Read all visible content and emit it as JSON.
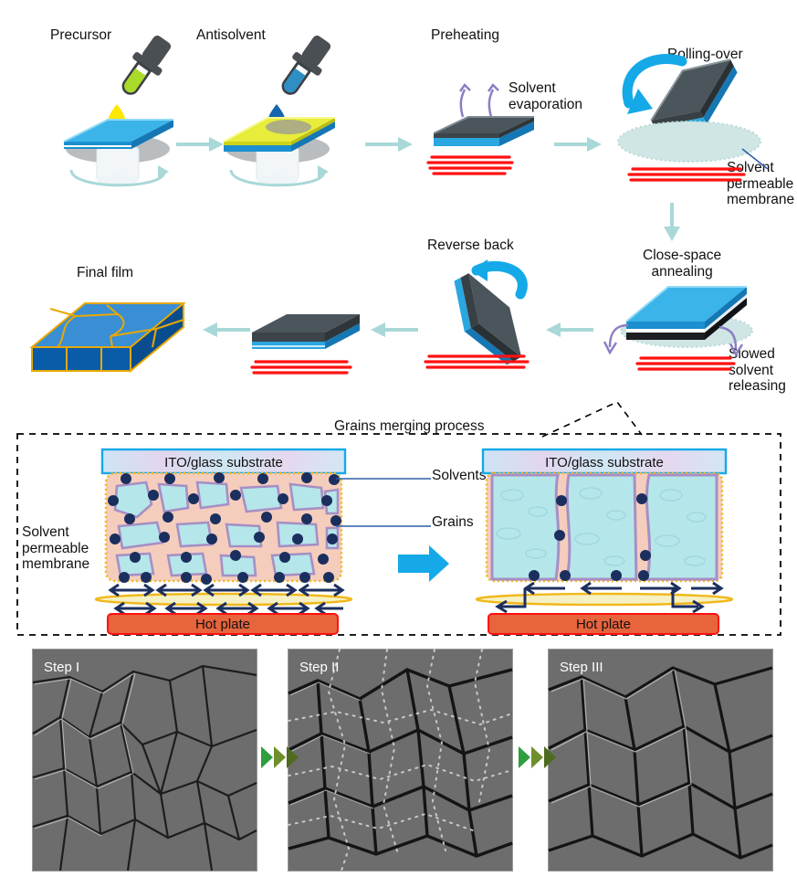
{
  "figure": {
    "type": "process-flow-diagram",
    "subject": "Solvent-permeable-membrane assisted close-space annealing of perovskite film"
  },
  "row1": {
    "steps": [
      {
        "id": "precursor",
        "label": "Precursor",
        "dropper_color": "#aadb2a",
        "droplet_color": "#ffe800"
      },
      {
        "id": "antisolvent",
        "label": "Antisolvent",
        "dropper_color": "#1f7fc0",
        "droplet_color": "#1565b0"
      },
      {
        "id": "preheating",
        "label": "Preheating",
        "note": "Solvent\nevaporation"
      },
      {
        "id": "rolling-over",
        "label": "Rolling-over",
        "note": "Solvent\npermeable\nmembrane"
      }
    ]
  },
  "row2": {
    "steps": [
      {
        "id": "final-film",
        "label": "Final film"
      },
      {
        "id": "reverse-back",
        "label": "Reverse back"
      },
      {
        "id": "close-space-annealing",
        "label": "Close-space\nannealing",
        "note": "Slowed\nsolvent\nreleasing"
      }
    ]
  },
  "callout": {
    "title": "Grains merging process",
    "left_panel": {
      "substrate_label": "ITO/glass substrate",
      "hotplate_label": "Hot plate",
      "membrane_label": "Solvent\npermeable\nmembrane"
    },
    "right_panel": {
      "substrate_label": "ITO/glass substrate",
      "hotplate_label": "Hot plate"
    },
    "annotations": [
      {
        "id": "solvents",
        "label": "Solvents"
      },
      {
        "id": "grains",
        "label": "Grains"
      }
    ]
  },
  "micrographs": {
    "panels": [
      {
        "id": "step-1",
        "label": "Step I"
      },
      {
        "id": "step-2",
        "label": "Step II"
      },
      {
        "id": "step-3",
        "label": "Step III"
      }
    ],
    "chevron_colors": [
      "#2e9e3e",
      "#6f8f2a",
      "#4e6b1f"
    ]
  },
  "colors": {
    "substrate_blue": "#29a3e0",
    "substrate_blue_dark": "#1b7cb5",
    "film_dark": "#4b555c",
    "arrow_teal": "#a9d8d8",
    "hotplate_red": "#ff0000",
    "hotplate_fill": "#e8643c",
    "membrane_pale": "#cfe6e4",
    "membrane_yellow": "#f0b81c",
    "solvent_navy": "#1b2f5e",
    "grain_cyan": "#b5e6ea",
    "grain_outline": "#a68fc4",
    "matrix_pink": "#f5cdbd",
    "violet_arrow": "#8a7fc4",
    "cyan_big_arrow": "#15a9e8",
    "gold": "#e8a800",
    "final_blue": "#2b7fc9",
    "final_blue_dark": "#0b5ca8"
  }
}
